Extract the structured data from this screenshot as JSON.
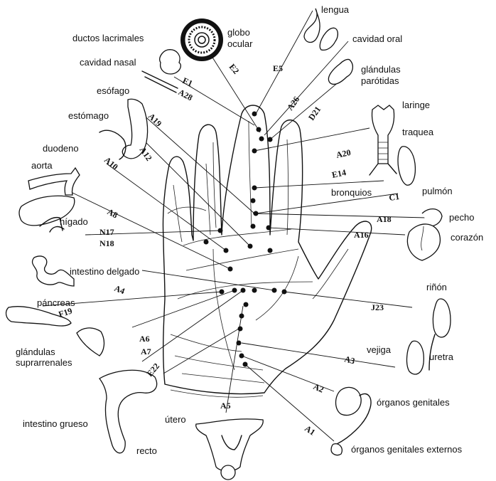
{
  "labels": {
    "lengua": "lengua",
    "cavidad_oral": "cavidad oral",
    "globo_ocular": [
      "globo",
      "ocular"
    ],
    "ductos_lacrimales": "ductos lacrimales",
    "cavidad_nasal": "cavidad nasal",
    "glandulas_parotidas": [
      "glándulas",
      "parótidas"
    ],
    "esofago": "esófago",
    "estomago": "estómago",
    "laringe": "laringe",
    "traquea": "traquea",
    "duodeno": "duodeno",
    "aorta": "aorta",
    "bronquios": "bronquios",
    "pulmon": "pulmón",
    "higado": "hígado",
    "pecho": "pecho",
    "corazon": "corazón",
    "intestino_delgado": "intestino delgado",
    "pancreas": "páncreas",
    "rinon": "riñón",
    "glandulas_suprarrenales": [
      "glándulas",
      "suprarrenales"
    ],
    "vejiga": "vejiga",
    "uretra": "uretra",
    "intestino_grueso": "intestino grueso",
    "utero": "útero",
    "organos_genitales": "órganos genitales",
    "recto": "recto",
    "organos_genitales_externos": "órganos genitales externos"
  },
  "codes": {
    "E1": "E1",
    "E2": "E2",
    "E5": "E5",
    "A28": "A28",
    "A26": "A26",
    "D21": "D21",
    "A19": "A19",
    "A12": "A12",
    "A10": "A10",
    "A20": "A20",
    "E14": "E14",
    "C1": "C1",
    "A8": "A8",
    "A18": "A18",
    "N17": "N17",
    "N18": "N18",
    "A16": "A16",
    "A4": "A4",
    "J23": "J23",
    "F19": "F19",
    "A6": "A6",
    "A7": "A7",
    "A3": "A3",
    "E22": "E22",
    "A2": "A2",
    "A5": "A5",
    "A1": "A1"
  }
}
